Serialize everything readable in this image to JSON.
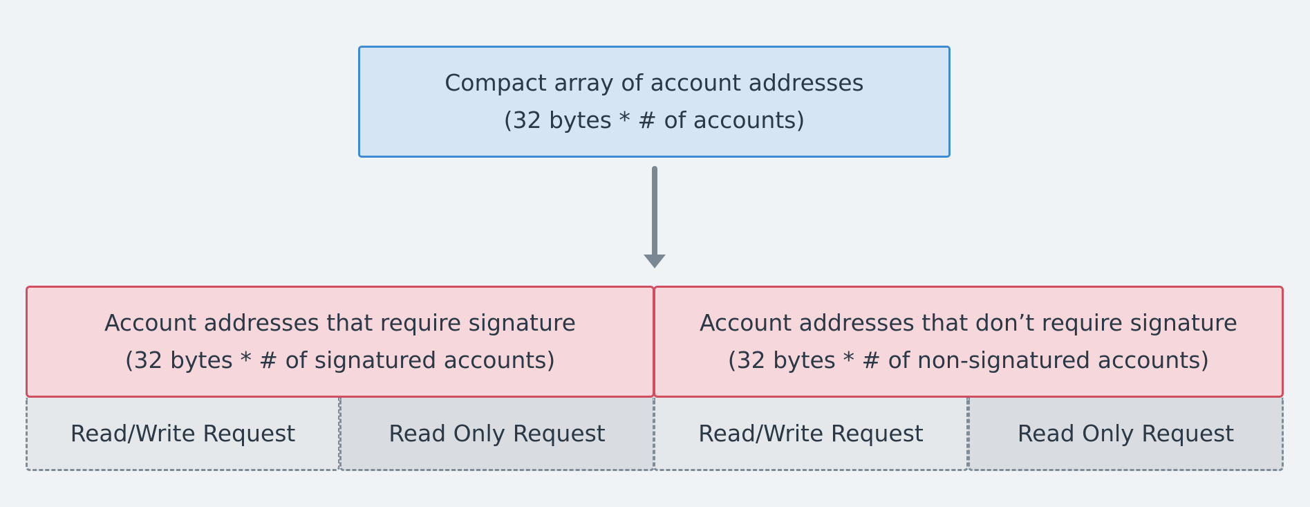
{
  "top": {
    "line1": "Compact array of account addresses",
    "line2": "(32 bytes * # of accounts)"
  },
  "signed": {
    "line1": "Account addresses that require signature",
    "line2": "(32 bytes * # of signatured accounts)",
    "requests": [
      "Read/Write Request",
      "Read Only Request"
    ]
  },
  "unsigned": {
    "line1": "Account addresses that don’t require signature",
    "line2": "(32 bytes * # of non-signatured  accounts)",
    "requests": [
      "Read/Write Request",
      "Read Only Request"
    ]
  },
  "colors": {
    "top_fill": "#d5e5f4",
    "top_border": "#3d8bd4",
    "red_fill": "#f6d8dc",
    "red_border": "#d04e60",
    "arrow": "#7a8894"
  }
}
